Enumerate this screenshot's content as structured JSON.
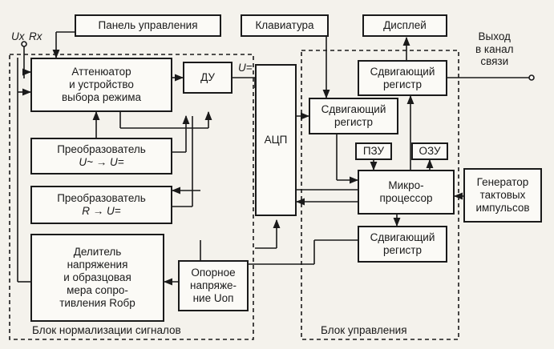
{
  "blocks": {
    "control_panel": "Панель управления",
    "keyboard": "Клавиатура",
    "display": "Дисплей",
    "attenuator": [
      "Аттенюатор",
      "и устройство",
      "выбора режима"
    ],
    "du": "ДУ",
    "adc": "АЦП",
    "shift_register_top": [
      "Сдвигающий",
      "регистр"
    ],
    "shift_register_mid": [
      "Сдвигающий",
      "регистр"
    ],
    "rom": "ПЗУ",
    "ram": "ОЗУ",
    "microprocessor": [
      "Микро-",
      "процессор"
    ],
    "clock_generator": [
      "Генератор",
      "тактовых",
      "импульсов"
    ],
    "shift_register_bottom": [
      "Сдвигающий",
      "регистр"
    ],
    "converter_voltage": [
      "Преобразователь",
      "U~ → U="
    ],
    "converter_resistance": [
      "Преобразователь",
      "R → U="
    ],
    "divider": [
      "Делитель",
      "напряжения",
      "и образцовая",
      "мера сопро-",
      "тивления Rобр"
    ],
    "reference_voltage": [
      "Опорное",
      "напряже-",
      "ние Uоп"
    ]
  },
  "labels": {
    "output": [
      "Выход",
      "в канал",
      "связи"
    ],
    "input_ux": "Uх",
    "input_rx": "Rх",
    "du_output": "U=",
    "norm_block_caption": "Блок нормализации сигналов",
    "control_block_caption": "Блок управления"
  }
}
